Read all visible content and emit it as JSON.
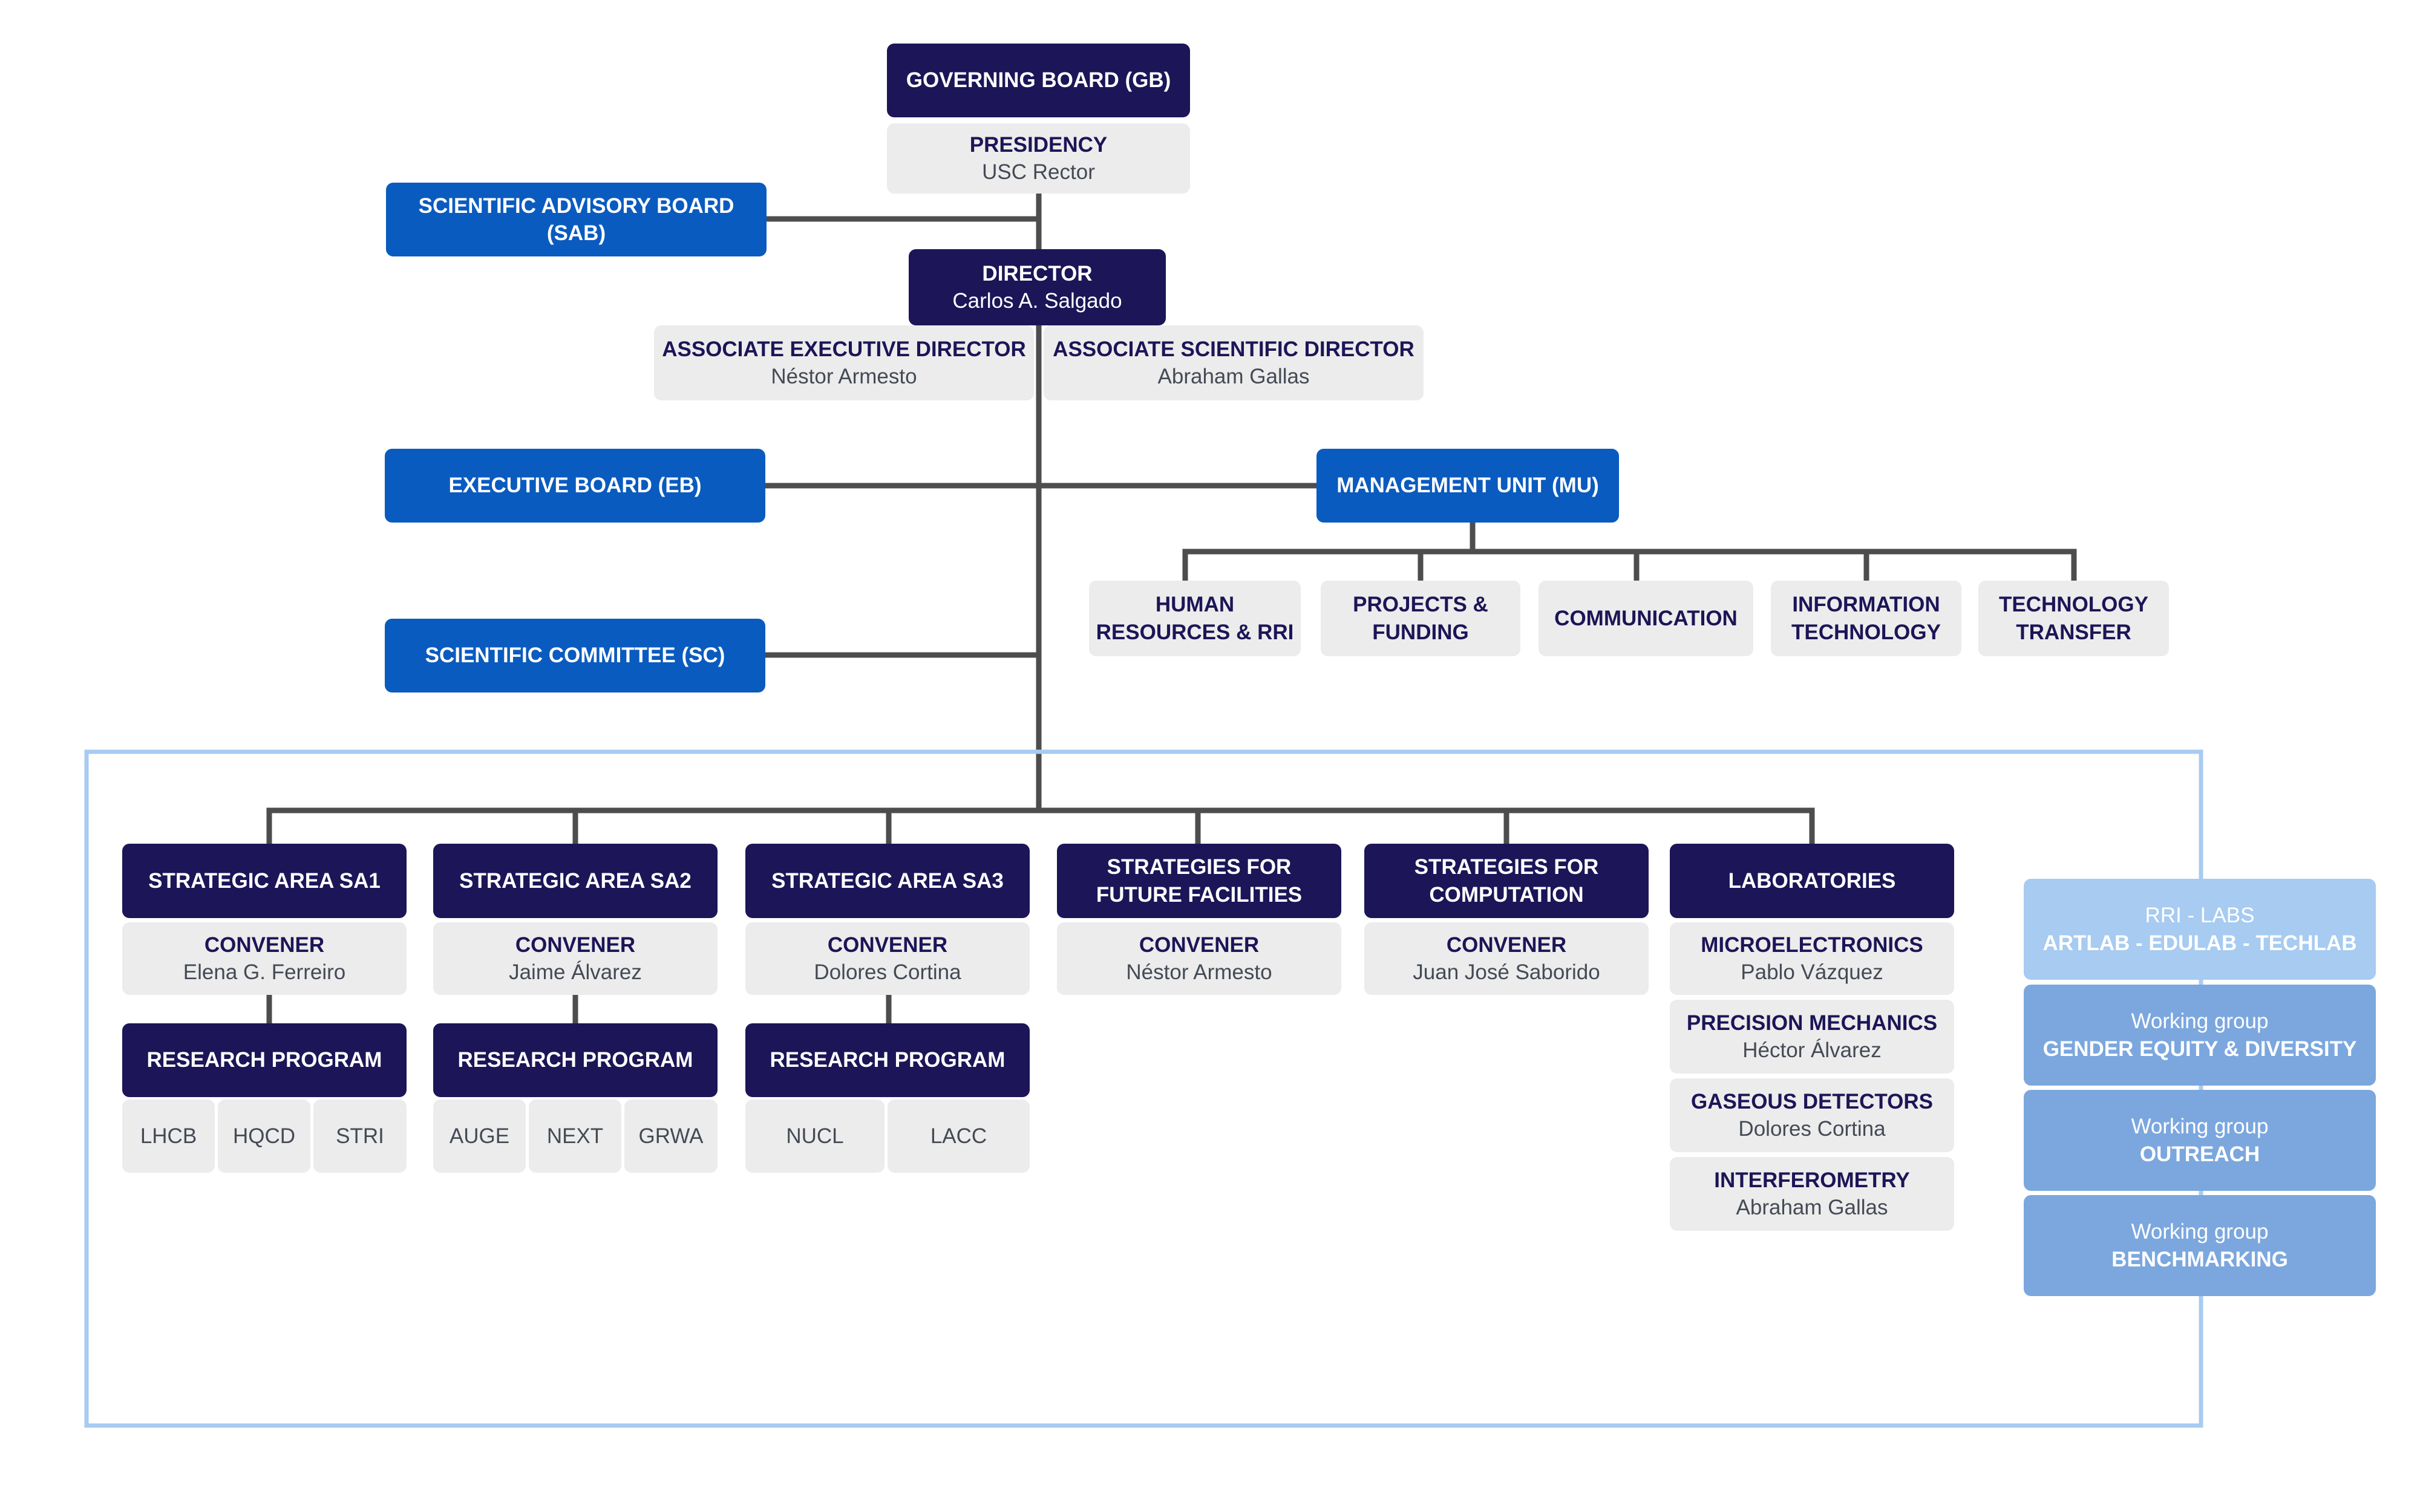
{
  "top": {
    "governing_board": "GOVERNING BOARD (GB)",
    "presidency": {
      "title": "PRESIDENCY",
      "name": "USC Rector"
    },
    "sab": "SCIENTIFIC ADVISORY BOARD (SAB)",
    "director": {
      "title": "DIRECTOR",
      "name": "Carlos A. Salgado"
    },
    "assoc_exec": {
      "title": "ASSOCIATE EXECUTIVE DIRECTOR",
      "name": "Néstor Armesto"
    },
    "assoc_sci": {
      "title": "ASSOCIATE SCIENTIFIC DIRECTOR",
      "name": "Abraham Gallas"
    },
    "executive_board": "EXECUTIVE BOARD (EB)",
    "management_unit": "MANAGEMENT UNIT (MU)",
    "scientific_committee": "SCIENTIFIC COMMITTEE (SC)"
  },
  "management_units": [
    {
      "line1": "HUMAN",
      "line2": "RESOURCES & RRI"
    },
    {
      "line1": "PROJECTS &",
      "line2": "FUNDING"
    },
    {
      "line1": "COMMUNICATION",
      "line2": ""
    },
    {
      "line1": "INFORMATION",
      "line2": "TECHNOLOGY"
    },
    {
      "line1": "TECHNOLOGY",
      "line2": "TRANSFER"
    }
  ],
  "areas": [
    {
      "title1": "STRATEGIC AREA SA1",
      "title2": "",
      "convener_label": "CONVENER",
      "convener": "Elena G. Ferreiro",
      "program": "RESEARCH PROGRAM",
      "programs": [
        "LHCB",
        "HQCD",
        "STRI"
      ]
    },
    {
      "title1": "STRATEGIC AREA SA2",
      "title2": "",
      "convener_label": "CONVENER",
      "convener": "Jaime Álvarez",
      "program": "RESEARCH PROGRAM",
      "programs": [
        "AUGE",
        "NEXT",
        "GRWA"
      ]
    },
    {
      "title1": "STRATEGIC AREA SA3",
      "title2": "",
      "convener_label": "CONVENER",
      "convener": "Dolores Cortina",
      "program": "RESEARCH PROGRAM",
      "programs": [
        "NUCL",
        "LACC"
      ]
    },
    {
      "title1": "STRATEGIES FOR",
      "title2": "FUTURE FACILITIES",
      "convener_label": "CONVENER",
      "convener": "Néstor Armesto"
    },
    {
      "title1": "STRATEGIES FOR",
      "title2": "COMPUTATION",
      "convener_label": "CONVENER",
      "convener": "Juan José Saborido"
    }
  ],
  "laboratories": {
    "title": "LABORATORIES",
    "labs": [
      {
        "name": "MICROELECTRONICS",
        "head": "Pablo Vázquez"
      },
      {
        "name": "PRECISION MECHANICS",
        "head": "Héctor Álvarez"
      },
      {
        "name": "GASEOUS DETECTORS",
        "head": "Dolores Cortina"
      },
      {
        "name": "INTERFEROMETRY",
        "head": "Abraham Gallas"
      }
    ]
  },
  "side_groups": [
    {
      "sub": "RRI - LABS",
      "title": "ARTLAB - EDULAB - TECHLAB"
    },
    {
      "sub": "Working group",
      "title": "GENDER EQUITY & DIVERSITY"
    },
    {
      "sub": "Working group",
      "title": "OUTREACH"
    },
    {
      "sub": "Working group",
      "title": "BENCHMARKING"
    }
  ],
  "colors": {
    "navy": "#1c1557",
    "blue": "#0a5bbf",
    "grey": "#ececec",
    "connector": "#4d4d4d",
    "frame": "#a7cbf1",
    "light_blue_1": "#a7cbf1",
    "light_blue_2": "#7ba7de"
  }
}
